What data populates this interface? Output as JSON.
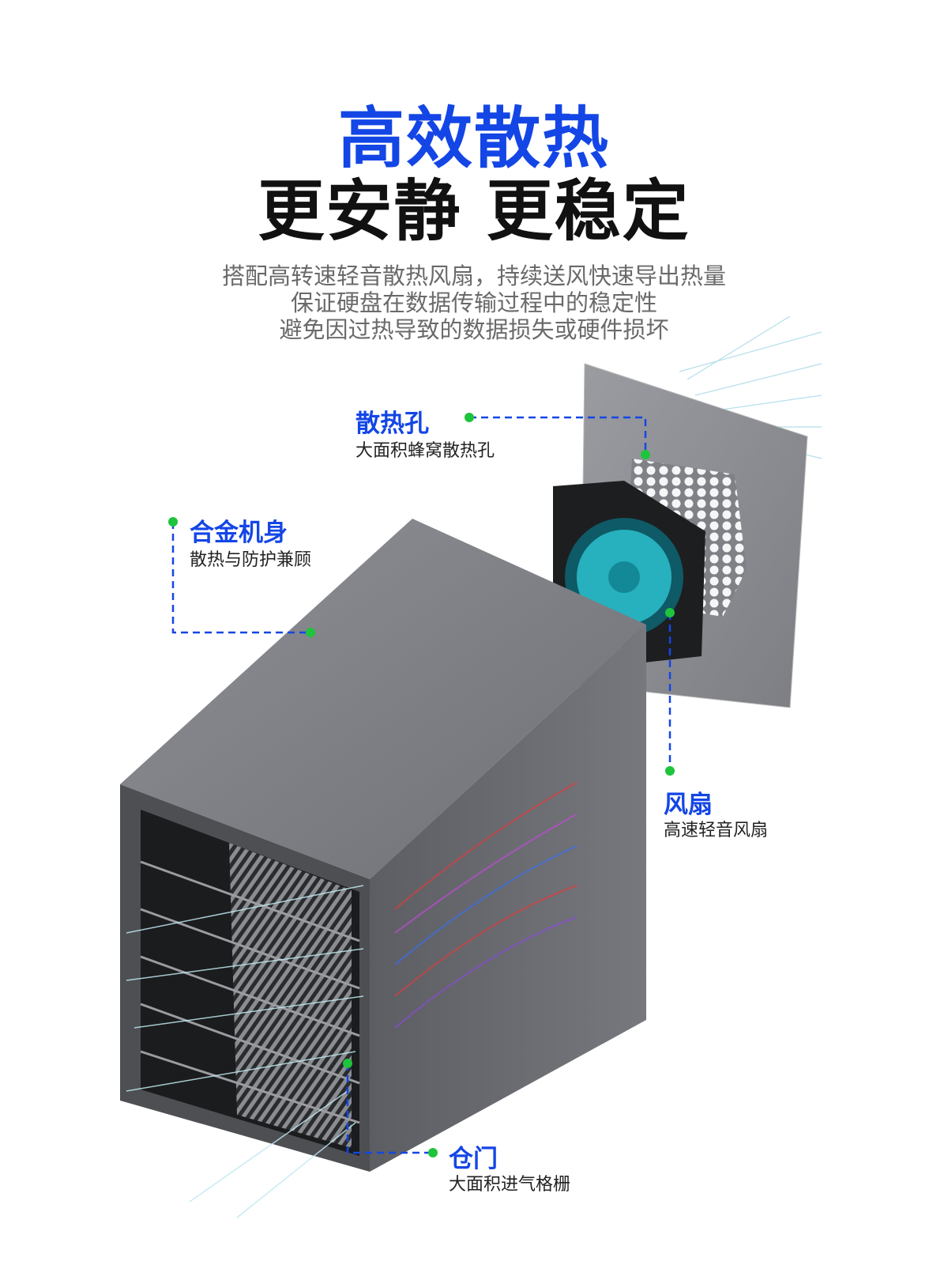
{
  "header": {
    "title": "高效散热",
    "subtitle": "更安静 更稳定"
  },
  "description": [
    "搭配高转速轻音散热风扇，持续送风快速导出热量",
    "保证硬盘在数据传输过程中的稳定性",
    "避免因过热导致的数据损失或硬件损坏"
  ],
  "callouts": {
    "vent": {
      "title": "散热孔",
      "subtitle": "大面积蜂窝散热孔"
    },
    "body": {
      "title": "合金机身",
      "subtitle": "散热与防护兼顾"
    },
    "fan": {
      "title": "风扇",
      "subtitle": "高速轻音风扇"
    },
    "door": {
      "title": "仓门",
      "subtitle": "大面积进气格栅"
    }
  },
  "colors": {
    "accent": "#1446e6",
    "dot": "#1ec43c",
    "text": "#111111",
    "desc": "#6a6a6a"
  }
}
